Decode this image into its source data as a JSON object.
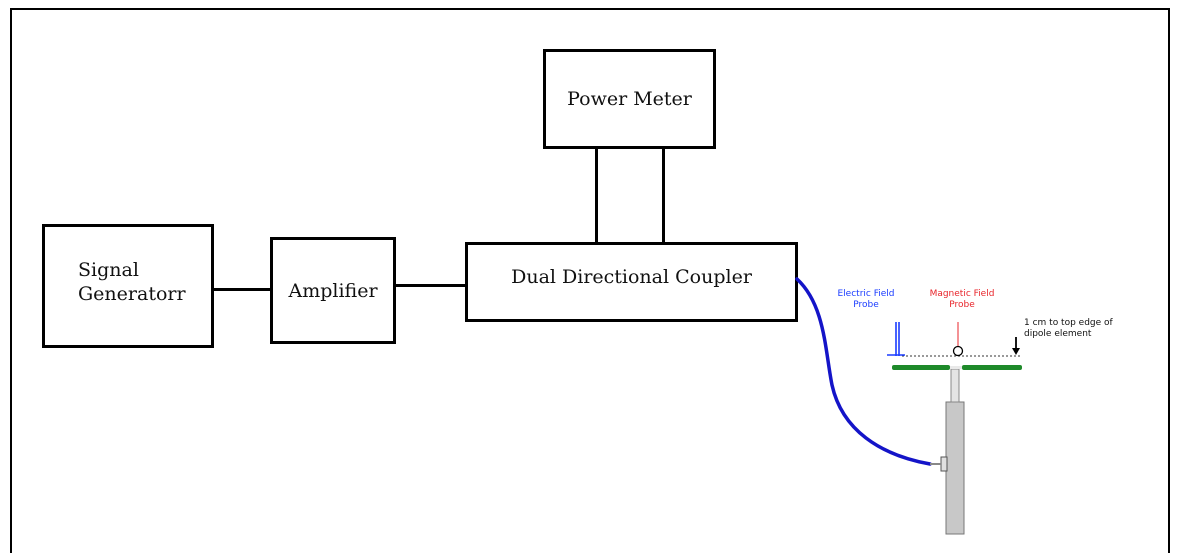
{
  "boxes": {
    "signal_generator": {
      "line1": "Signal",
      "line2": "Generatorr"
    },
    "amplifier": "Amplifier",
    "coupler": "Dual Directional Coupler",
    "power_meter": "Power Meter"
  },
  "dipole_inset": {
    "electric_probe": {
      "line1": "Electric Field",
      "line2": "Probe",
      "color": "#1a3cff"
    },
    "magnetic_probe": {
      "line1": "Magnetic Field",
      "line2": "Probe",
      "color": "#e8252b"
    },
    "distance_note": {
      "line1": "1 cm to top edge of",
      "line2": "dipole element"
    }
  },
  "colors": {
    "cable": "#1414c8",
    "dipole_element": "#1e8a2a",
    "stand": "#c8c8c8"
  }
}
